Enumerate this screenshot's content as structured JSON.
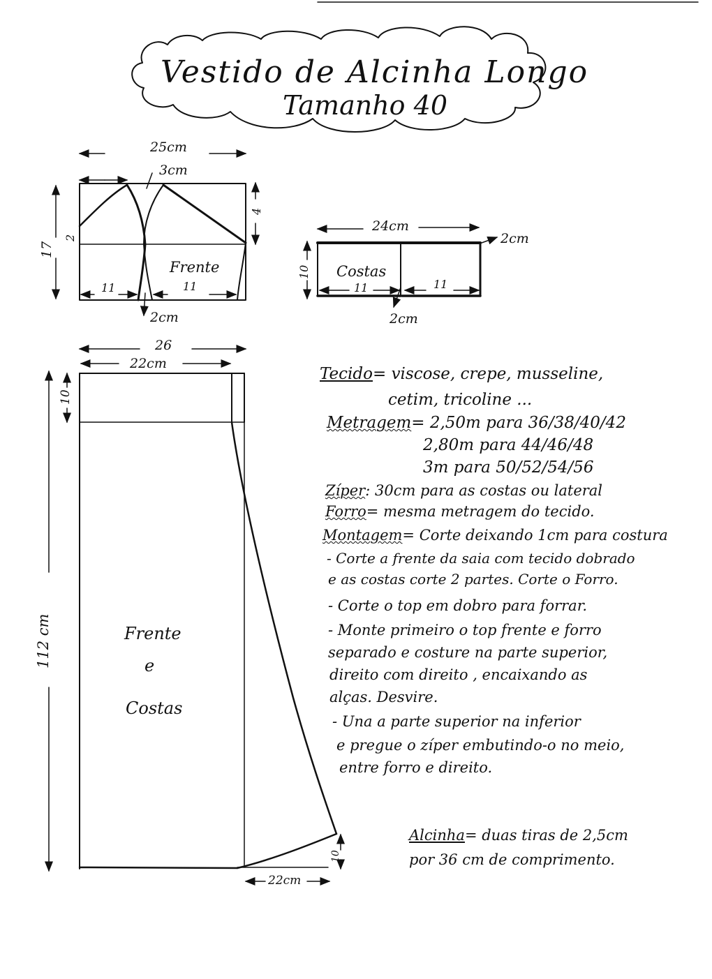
{
  "header": {
    "title": "Vestido de Alcinha Longo",
    "subtitle": "Tamanho 40"
  },
  "front_top": {
    "width_label": "25cm",
    "strap_label": "3cm",
    "height_label": "17",
    "small_left_label": "2",
    "small_right_label": "4",
    "piece_label": "Frente",
    "left_half_label": "11",
    "right_half_label": "11",
    "seam_label": "2cm"
  },
  "back_top": {
    "width_label": "24cm",
    "corner_label": "2cm",
    "height_label": "10",
    "piece_label": "Costas",
    "left_half_label": "11",
    "right_half_label": "11",
    "seam_label": "2cm"
  },
  "skirt": {
    "outer_width_label": "26",
    "inner_width_label": "22cm",
    "band_label": "10",
    "length_label": "112 cm",
    "piece_label_1": "Frente",
    "piece_label_2": "e",
    "piece_label_3": "Costas",
    "hem_label": "10",
    "bottom_label": "22cm"
  },
  "notes": {
    "tecido_key": "Tecido",
    "tecido_line1": "= viscose, crepe, musseline,",
    "tecido_line2": "cetim, tricoline ...",
    "metragem_key": "Metragem",
    "metragem_line1": "= 2,50m  para  36/38/40/42",
    "metragem_line2": "2,80m  para  44/46/48",
    "metragem_line3": "3m  para  50/52/54/56",
    "ziper_key": "Zíper",
    "ziper_value": ": 30cm  para  as costas ou lateral",
    "forro_key": "Forro",
    "forro_value": "= mesma  metragem do tecido.",
    "montagem_key": "Montagem",
    "montagem_line1": "= Corte deixando  1cm para costura",
    "montagem_line2": "- Corte a frente da saia com tecido dobrado",
    "montagem_line3": "e as costas corte 2 partes. Corte o Forro.",
    "montagem_line4": "- Corte  o top em dobro para forrar.",
    "montagem_line5": "- Monte  primeiro  o  top  frente e forro",
    "montagem_line6": "separado  e  costure na parte  superior,",
    "montagem_line7": "direito  com  direito , encaixando  as",
    "montagem_line8": "alças.  Desvire.",
    "montagem_line9": "- Una  a  parte  superior  na  inferior",
    "montagem_line10": "e  pregue  o  zíper  embutindo-o no meio,",
    "montagem_line11": "entre  forro  e  direito.",
    "alcinha_key": "Alcinha",
    "alcinha_line1": "= duas tiras de 2,5cm",
    "alcinha_line2": "por 36  cm de comprimento."
  }
}
